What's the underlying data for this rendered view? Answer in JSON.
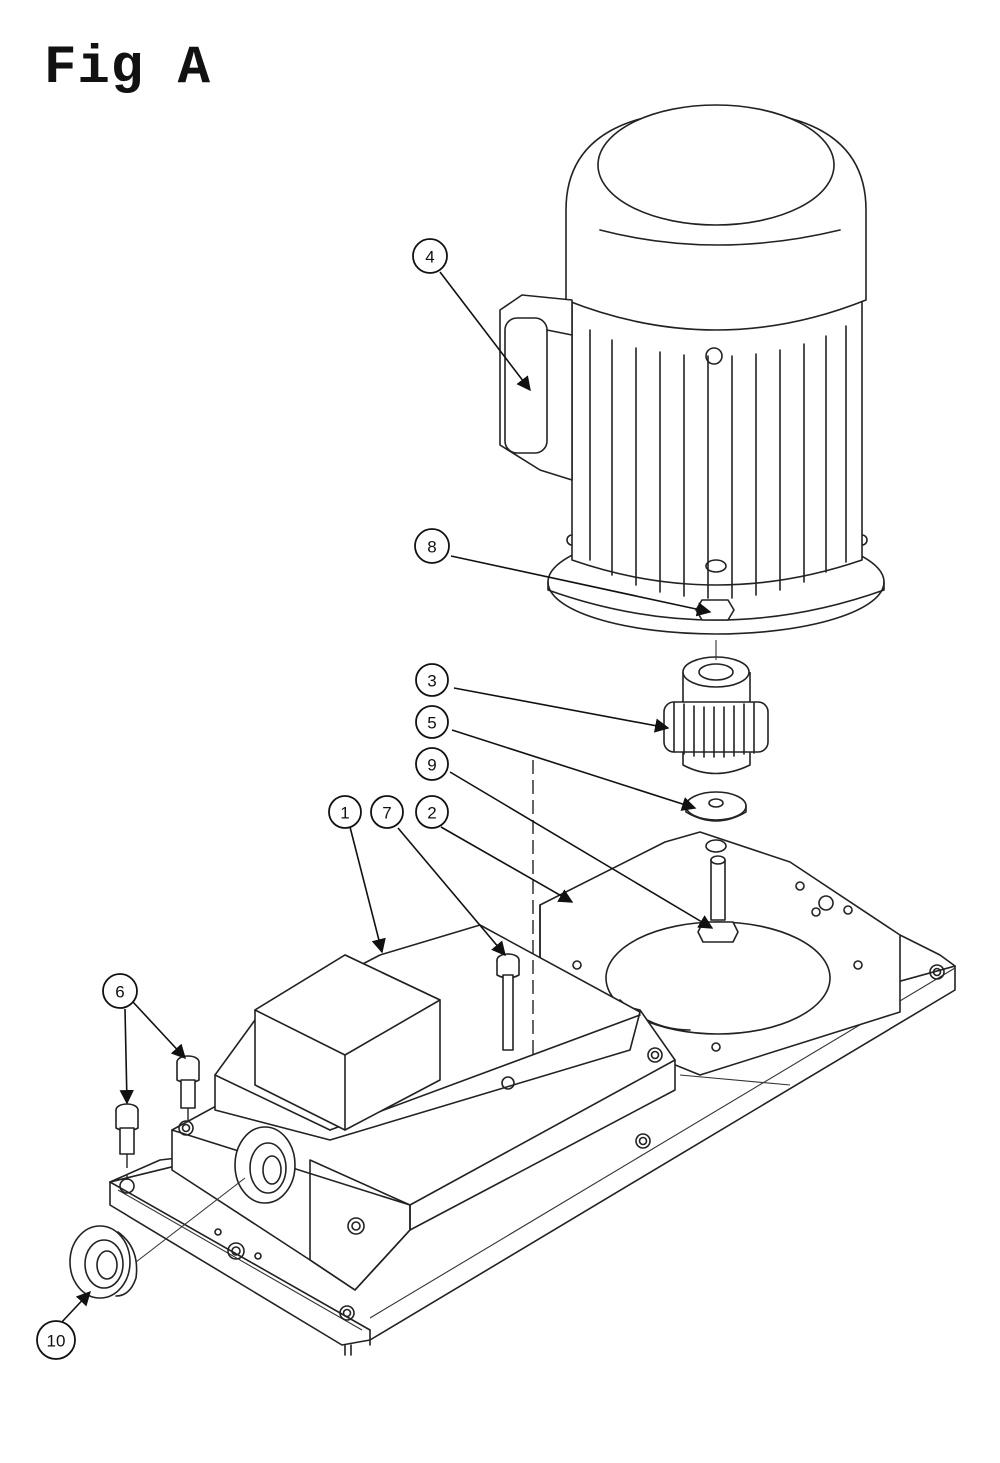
{
  "figure": {
    "title": "Fig A"
  },
  "callouts": [
    {
      "id": "callout-1",
      "label": "1"
    },
    {
      "id": "callout-2",
      "label": "2"
    },
    {
      "id": "callout-3",
      "label": "3"
    },
    {
      "id": "callout-4",
      "label": "4"
    },
    {
      "id": "callout-5",
      "label": "5"
    },
    {
      "id": "callout-6",
      "label": "6"
    },
    {
      "id": "callout-7",
      "label": "7"
    },
    {
      "id": "callout-8",
      "label": "8"
    },
    {
      "id": "callout-9",
      "label": "9"
    },
    {
      "id": "callout-10",
      "label": "10"
    }
  ]
}
